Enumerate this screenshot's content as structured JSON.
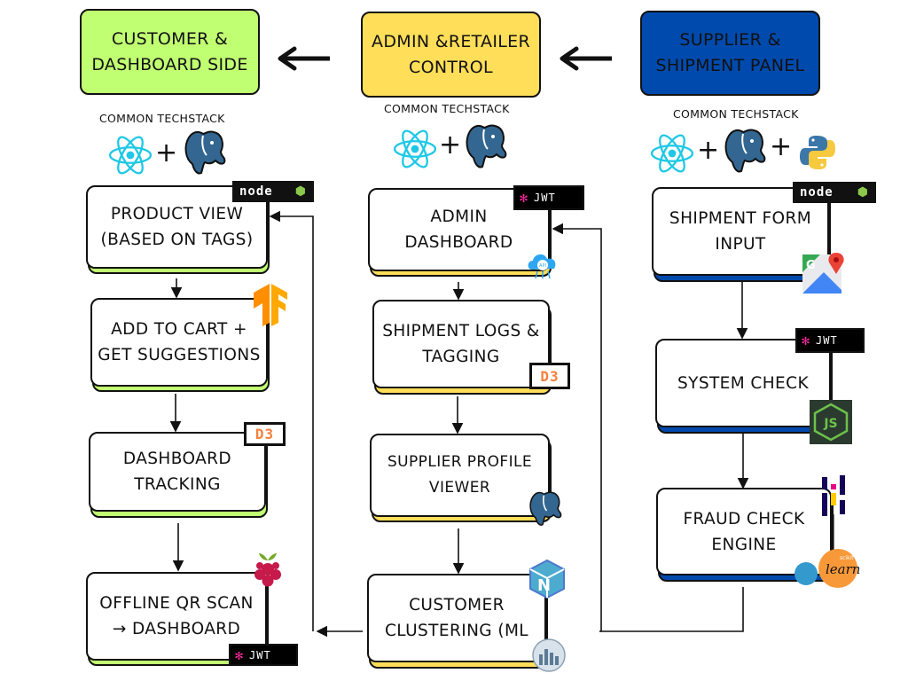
{
  "headers": {
    "customer": "CUSTOMER & DASHBOARD SIDE",
    "admin": "ADMIN &RETAILER CONTROL",
    "supplier": "SUPPLIER & SHIPMENT PANEL"
  },
  "stack_label": "COMMON TECHSTACK",
  "customer_nodes": {
    "product_view": "PRODUCT VIEW (BASED ON TAGS)",
    "add_to_cart": "ADD TO CART + GET SUGGESTIONS",
    "dashboard_tracking": "DASHBOARD TRACKING",
    "offline_qr": "OFFLINE QR SCAN → DASHBOARD"
  },
  "admin_nodes": {
    "admin_dashboard": "ADMIN DASHBOARD",
    "shipment_logs": "SHIPMENT LOGS & TAGGING",
    "supplier_profile": "SUPPLIER PROFILE VIEWER",
    "customer_clustering": "CUSTOMER CLUSTERING (ML"
  },
  "supplier_nodes": {
    "shipment_form": "SHIPMENT FORM INPUT",
    "system_check": "SYSTEM CHECK",
    "fraud_check": "FRAUD CHECK ENGINE"
  },
  "logos": {
    "jwt": "JWT",
    "node": "node",
    "d3": "D3",
    "js": "JS",
    "tensorflow": "TF",
    "api": "API",
    "sklearn": "learn",
    "sklearn_small": "scikit"
  },
  "colors": {
    "green": "#c1ff72",
    "yellow": "#ffde59",
    "blue": "#004aad"
  }
}
